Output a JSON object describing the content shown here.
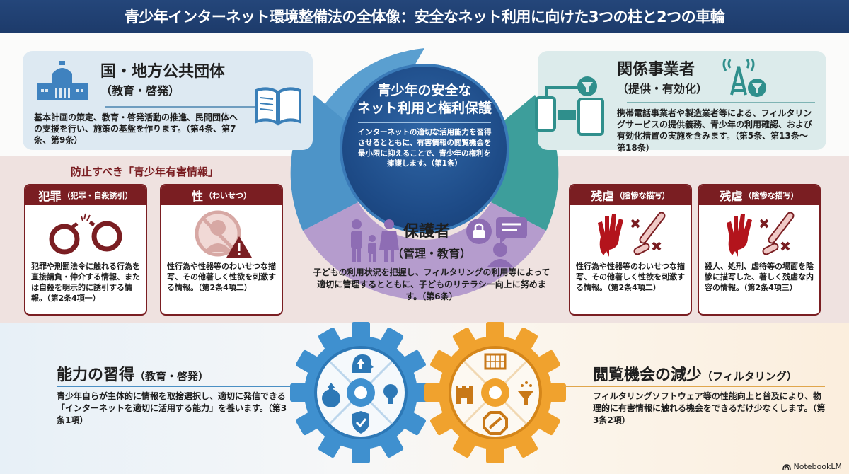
{
  "title": "青少年インターネット環境整備法の全体像：安全なネット利用に向けた3つの柱と2つの車輪",
  "center": {
    "title_line1": "青少年の安全な",
    "title_line2": "ネット利用と権利保護",
    "body": "インターネットの適切な活用能力を習得させるとともに、有害情報の閲覧機会を最小限に抑えることで、青少年の権利を擁護します。（第1条）"
  },
  "government": {
    "title": "国・地方公共団体",
    "subtitle": "（教育・啓発）",
    "body": "基本計画の策定、教育・啓発活動の推進、民間団体への支援を行い、施策の基盤を作ります。（第4条、第7条、第9条）",
    "icons": [
      "parliament-building-icon",
      "open-book-icon"
    ],
    "color": "#4a8fc4"
  },
  "business": {
    "title": "関係事業者",
    "subtitle": "（提供・有効化）",
    "body": "携帯電話事業者や製造業者等による、フィルタリングサービスの提供義務、青少年の利用確認、および有効化措置の実施を含みます。（第5条、第13条〜第18条）",
    "icons": [
      "devices-filter-icon",
      "antenna-tower-icon",
      "filter-icon"
    ],
    "color": "#3a9c9a"
  },
  "guardians": {
    "title": "保護者",
    "subtitle": "（管理・教育）",
    "body": "子どもの利用状況を把握し、フィルタリングの利用等によって適切に管理するとともに、子どものリテラシー向上に努めます。（第6条）",
    "icons": [
      "family-icon",
      "lock-icon",
      "chat-user-icon"
    ],
    "color": "#a98cc4"
  },
  "harmful_info": {
    "heading": "防止すべき「青少年有害情報」",
    "cards": [
      {
        "title": "犯罪",
        "qualifier": "（犯罪・自殺誘引）",
        "icon": "broken-handcuffs-icon",
        "body": "犯罪や刑罰法令に触れる行為を直接請負・仲介する情報、または自殺を明示的に誘引する情報。（第2条4項一）"
      },
      {
        "title": "性",
        "qualifier": "（わいせつ）",
        "icon": "prohibited-person-warning-icon",
        "body": "性行為や性器等のわいせつな描写、その他著しく性欲を刺激する情報。（第2条4項二）"
      },
      {
        "title": "残虐",
        "qualifier": "（陰惨な描写）",
        "icon": "bloody-hand-bone-icon",
        "body": "性行為や性器等のわいせつな描写、その他著しく性欲を刺激する情報。（第2条4項二）"
      },
      {
        "title": "残虐",
        "qualifier": "（陰惨な描写）",
        "icon": "bloody-hand-bone-icon",
        "body": "殺人、処刑、虐待等の場面を陰惨に描写した、著しく残虐な内容の情報。（第2条4項三）"
      }
    ],
    "color": "#7a1e22"
  },
  "pillars": [
    {
      "title": "能力の習得",
      "qualifier": "（教育・啓発）",
      "body": "青少年自らが主体的に情報を取捨選択し、適切に発信できる「インターネットを適切に活用する能力」を養います。（第3条1項）",
      "gear_color": "#3f90cf",
      "gear_icons": [
        "head-up-arrow-icon",
        "brain-growth-icon",
        "lightbulb-icon",
        "shield-check-icon"
      ]
    },
    {
      "title": "閲覧機会の減少",
      "qualifier": "（フィルタリング）",
      "body": "フィルタリングソフトウェア等の性能向上と普及により、物理的に有害情報に触れる機会をできるだけ少なくします。（第3条2項）",
      "gear_color": "#f0a22e",
      "gear_icons": [
        "net-barrier-icon",
        "castle-wall-icon",
        "funnel-icon",
        "prohibited-sign-icon"
      ]
    }
  ],
  "brand": "NotebookLM"
}
